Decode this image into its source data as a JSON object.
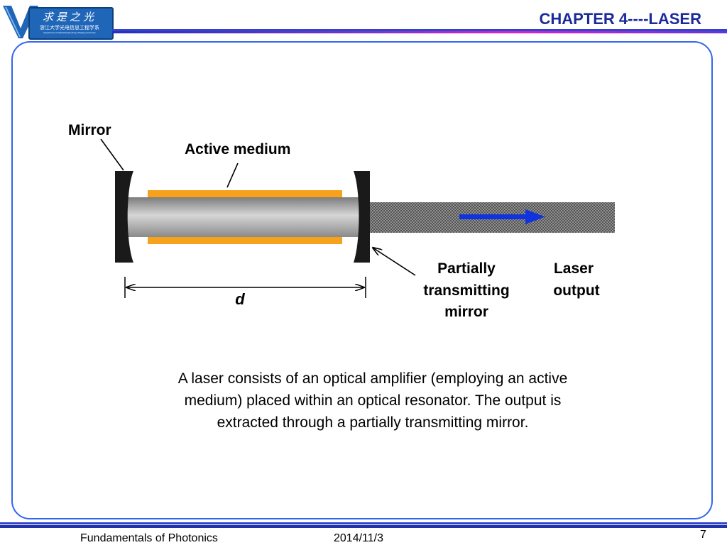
{
  "header": {
    "title": "CHAPTER 4----LASER",
    "logo": {
      "motto": "求是之光",
      "department": "浙江大学光电信息工程学系",
      "subtitle": "Department of Optical Engineering, Zhejiang University"
    }
  },
  "diagram": {
    "labels": {
      "mirror": "Mirror",
      "active_medium": "Active medium",
      "partial_mirror": [
        "Partially",
        "transmitting",
        "mirror"
      ],
      "laser_output": [
        "Laser",
        "output"
      ],
      "cavity_length": "d"
    }
  },
  "caption": "A laser consists of  an optical amplifier (employing an active medium) placed within an optical resonator. The output is extracted through a partially transmitting mirror.",
  "footer": {
    "course": "Fundamentals of Photonics",
    "date": "2014/11/3",
    "page": "7"
  },
  "colors": {
    "title": "#1a2a9a",
    "frame": "#3366ee",
    "medium": "#f7a21c",
    "arrow": "#1133dd"
  }
}
